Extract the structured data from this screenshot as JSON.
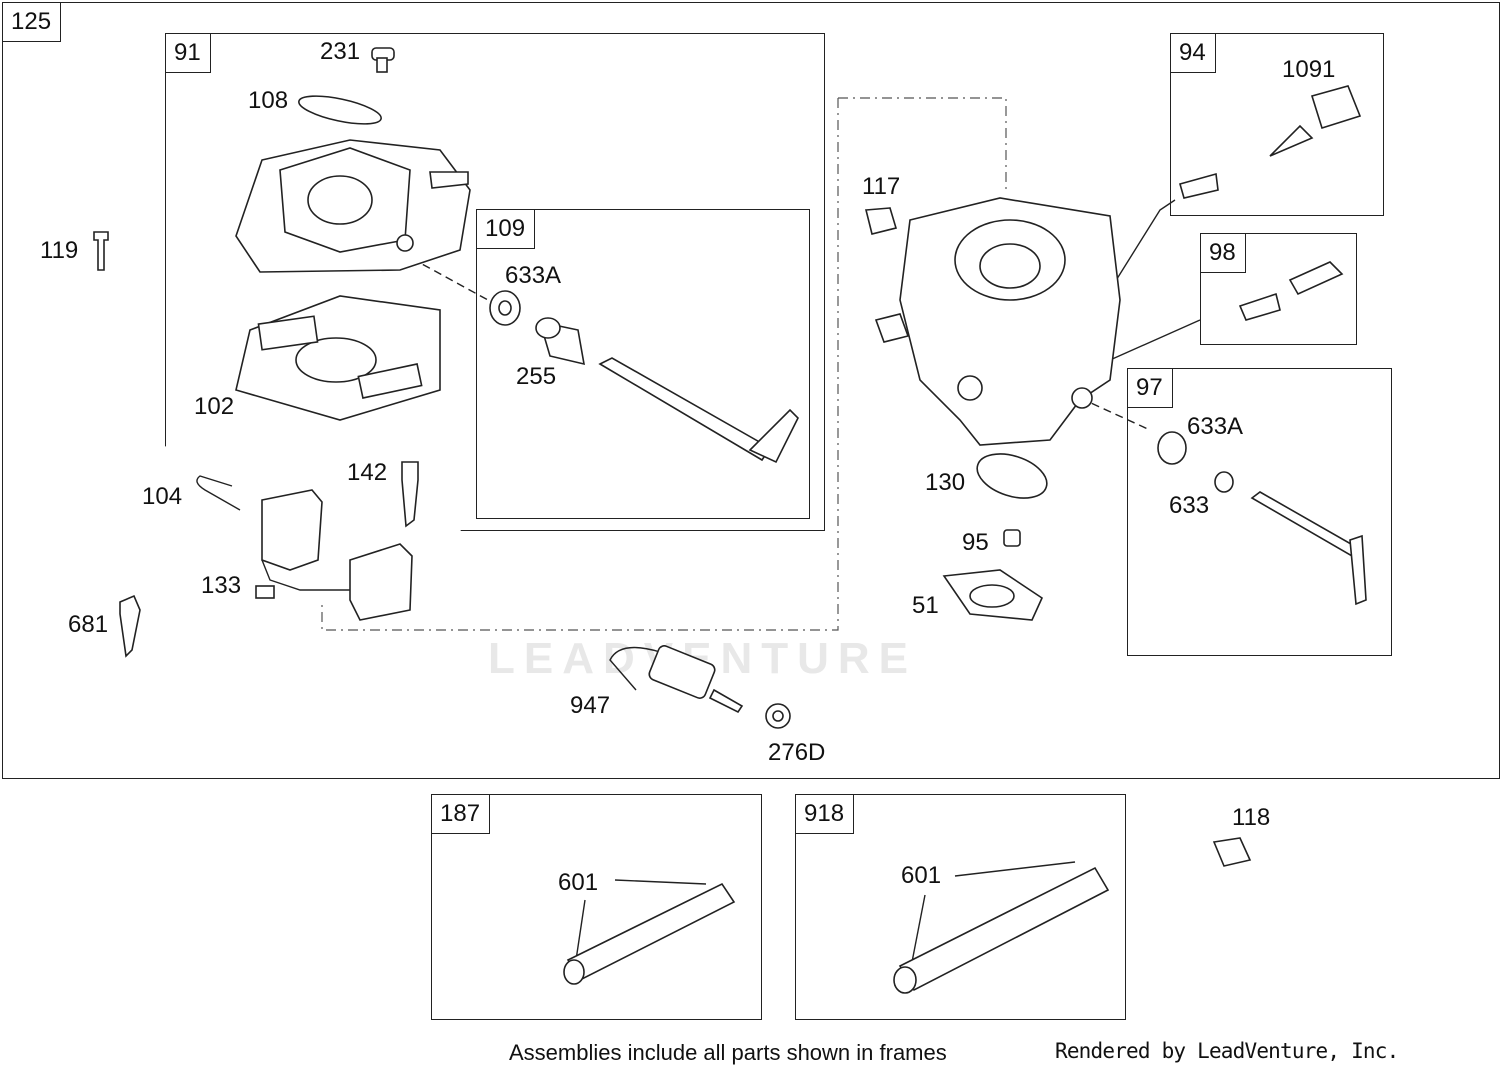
{
  "frames": {
    "f125": "125",
    "f91": "91",
    "f109": "109",
    "f94": "94",
    "f98": "98",
    "f97": "97",
    "f187": "187",
    "f918": "918"
  },
  "parts": {
    "p231": "231",
    "p108": "108",
    "p119": "119",
    "p633a_left": "633A",
    "p255": "255",
    "p102": "102",
    "p104": "104",
    "p142": "142",
    "p133": "133",
    "p681": "681",
    "p117": "117",
    "p1091": "1091",
    "p130": "130",
    "p95": "95",
    "p51": "51",
    "p633a_right": "633A",
    "p633": "633",
    "p947": "947",
    "p276d": "276D",
    "p118": "118",
    "p601_a": "601",
    "p601_b": "601"
  },
  "footer": {
    "assemblies_note": "Assemblies include all parts shown in frames",
    "rendered_by": "Rendered by LeadVenture, Inc."
  },
  "watermark": "LEADVENTURE"
}
